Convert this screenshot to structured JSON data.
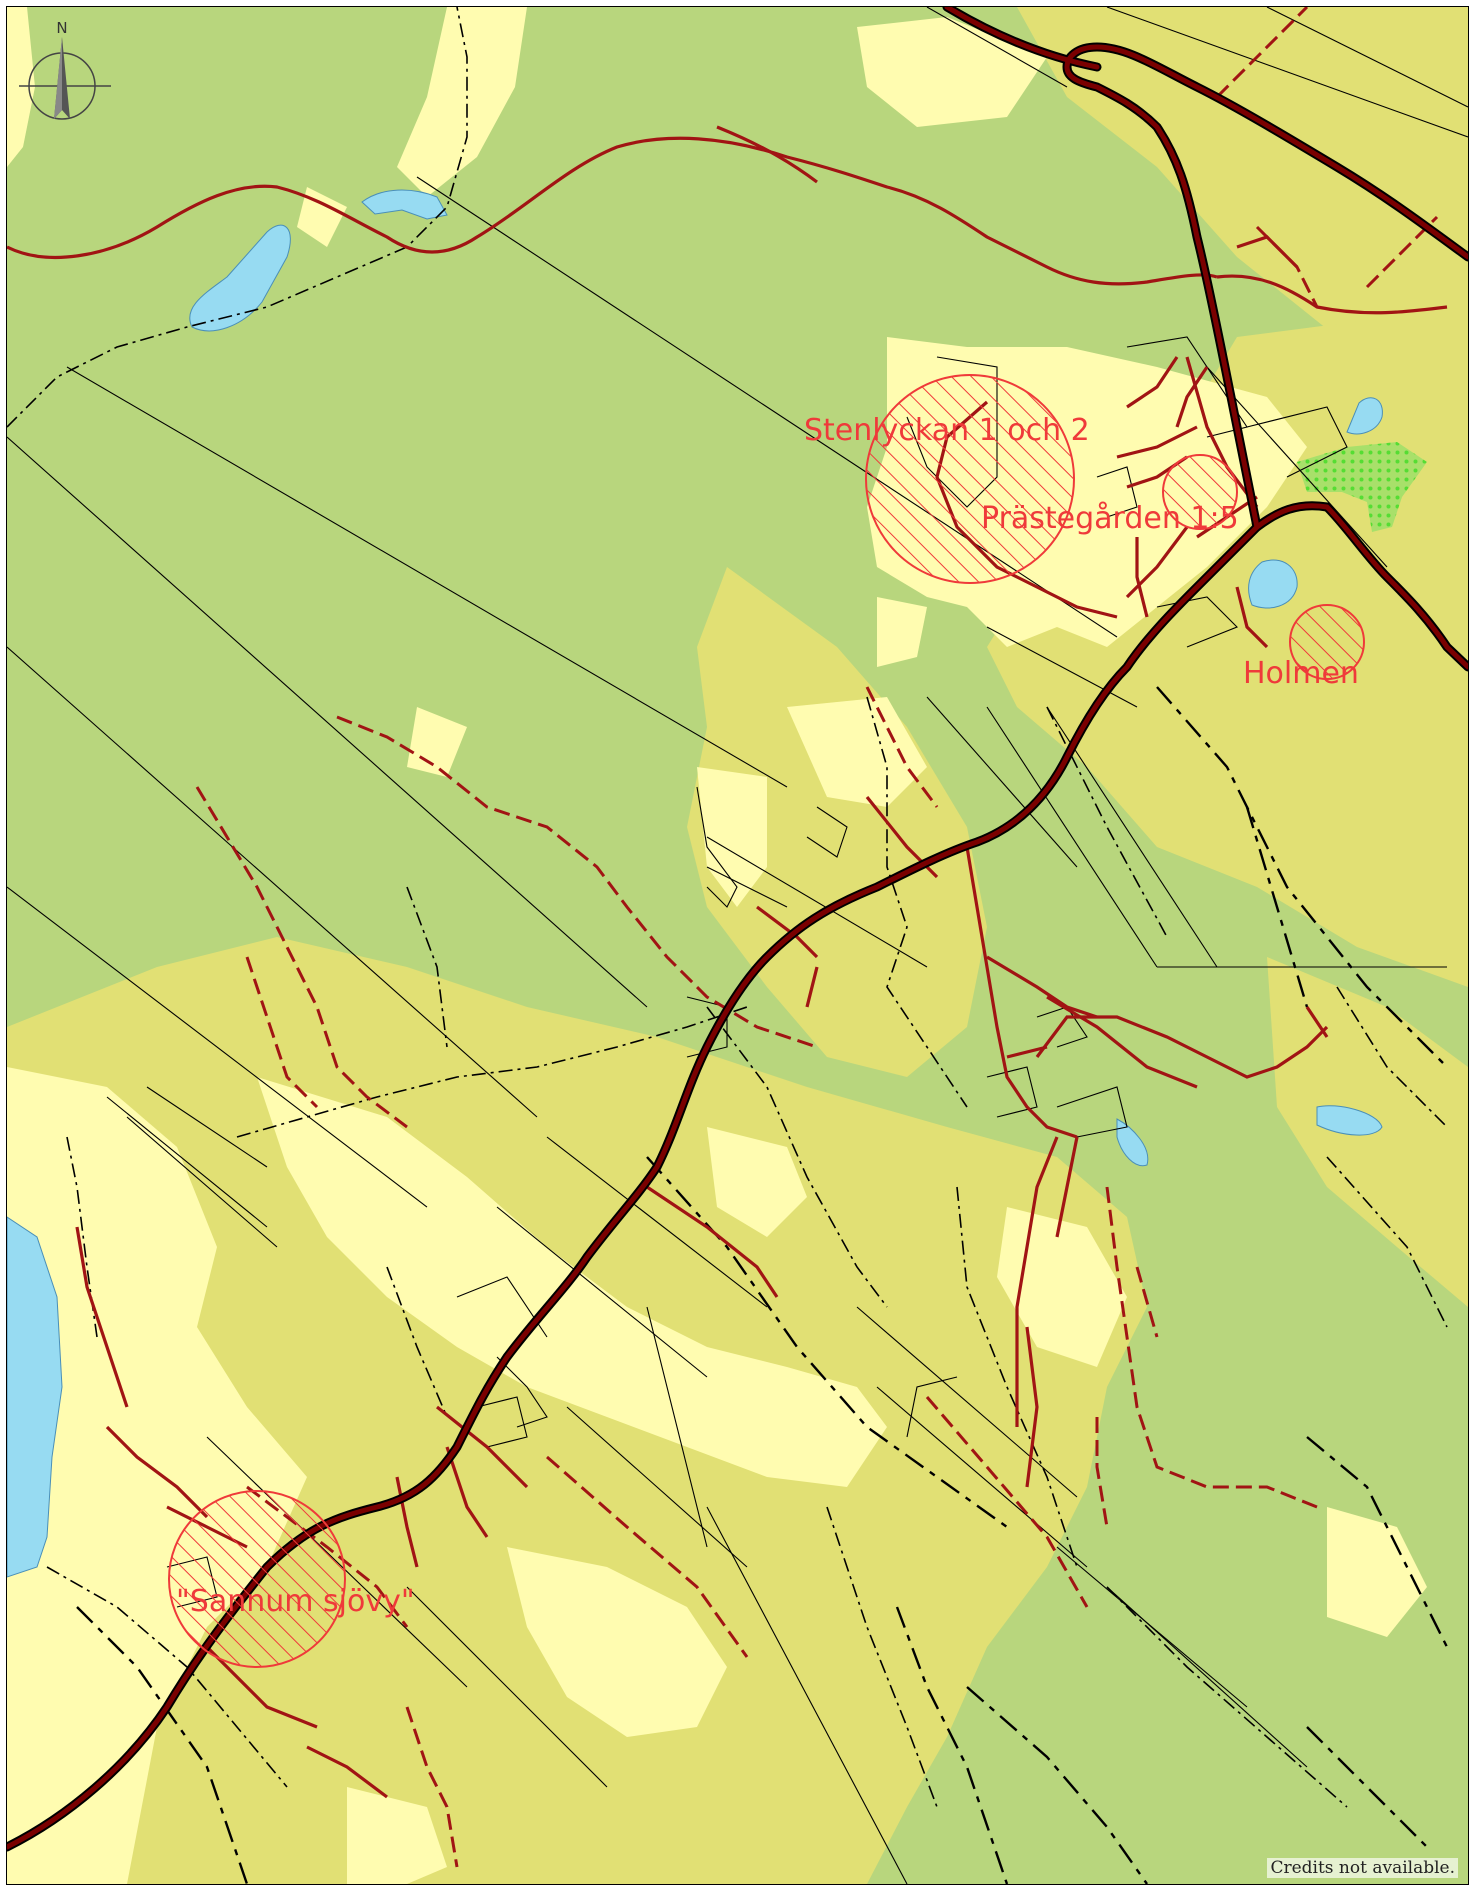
{
  "map": {
    "north_label": "N",
    "credits": "Credits not available.",
    "places": [
      {
        "name": "Stenlyckan 1 och 2"
      },
      {
        "name": "Prästegården 1:5"
      },
      {
        "name": "Holmen"
      },
      {
        "name": "\"Sannum sjövy\""
      }
    ],
    "icons": [
      "north-arrow-icon"
    ],
    "colors": {
      "forest": "#b8d67d",
      "open_land": "#fffcb0",
      "farmland": "#e1e074",
      "water": "#97dbf2",
      "road": "#7a0000",
      "road_casing": "#000000",
      "track": "#a11414",
      "boundary": "#000000",
      "highlight": "#ef3a3a",
      "wetland_dots": "#55dd33"
    }
  }
}
